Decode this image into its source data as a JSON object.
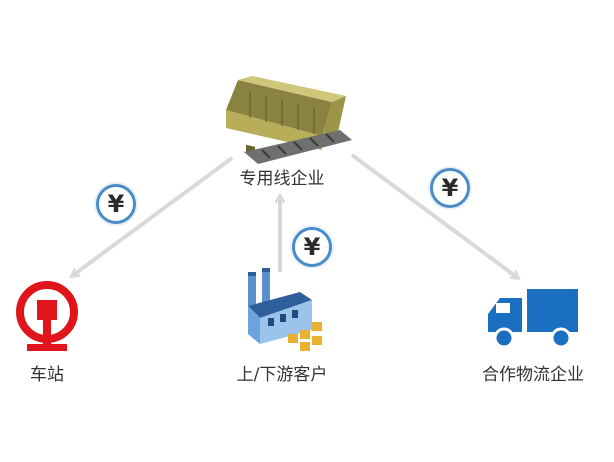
{
  "nodes": {
    "top": {
      "label": "专用线企业",
      "icon": "warehouse-railway-icon"
    },
    "left": {
      "label": "车站",
      "icon": "china-railway-logo-icon"
    },
    "middle": {
      "label": "上/下游客户",
      "icon": "factory-icon"
    },
    "right": {
      "label": "合作物流企业",
      "icon": "truck-icon"
    }
  },
  "payments": {
    "left": {
      "symbol": "¥",
      "icon": "yen-coin-icon"
    },
    "middle": {
      "symbol": "¥",
      "icon": "yen-coin-icon"
    },
    "right": {
      "symbol": "¥",
      "icon": "yen-coin-icon"
    }
  },
  "colors": {
    "arrow": "#d9d9d9",
    "railway_red": "#e0151b",
    "truck_blue": "#1b6fc0",
    "coin_border": "#4a8cc8",
    "warehouse": "#b8ae5a"
  }
}
